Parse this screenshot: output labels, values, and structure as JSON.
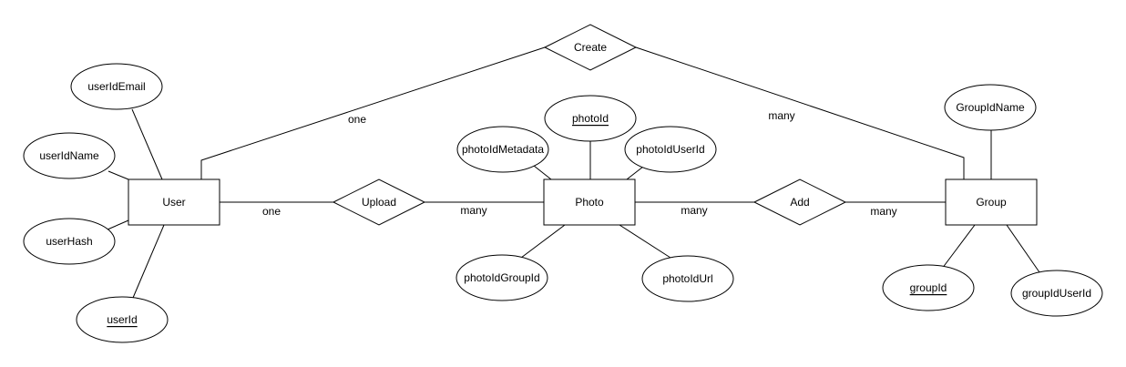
{
  "entities": {
    "user": "User",
    "photo": "Photo",
    "group": "Group"
  },
  "relationships": {
    "create": "Create",
    "upload": "Upload",
    "add": "Add"
  },
  "attributes": {
    "user_id_email": "userIdEmail",
    "user_id_name": "userIdName",
    "user_hash": "userHash",
    "user_id": "userId",
    "photo_id": "photoId",
    "photo_id_metadata": "photoIdMetadata",
    "photo_id_user_id": "photoIdUserId",
    "photo_id_group_id": "photoIdGroupId",
    "photo_id_url": "photoIdUrl",
    "group_id_name": "GroupIdName",
    "group_id": "groupId",
    "group_id_user_id": "groupIdUserId"
  },
  "cardinalities": {
    "create_user": "one",
    "create_group": "many",
    "upload_user": "one",
    "upload_photo": "many",
    "add_photo": "many",
    "add_group": "many"
  }
}
